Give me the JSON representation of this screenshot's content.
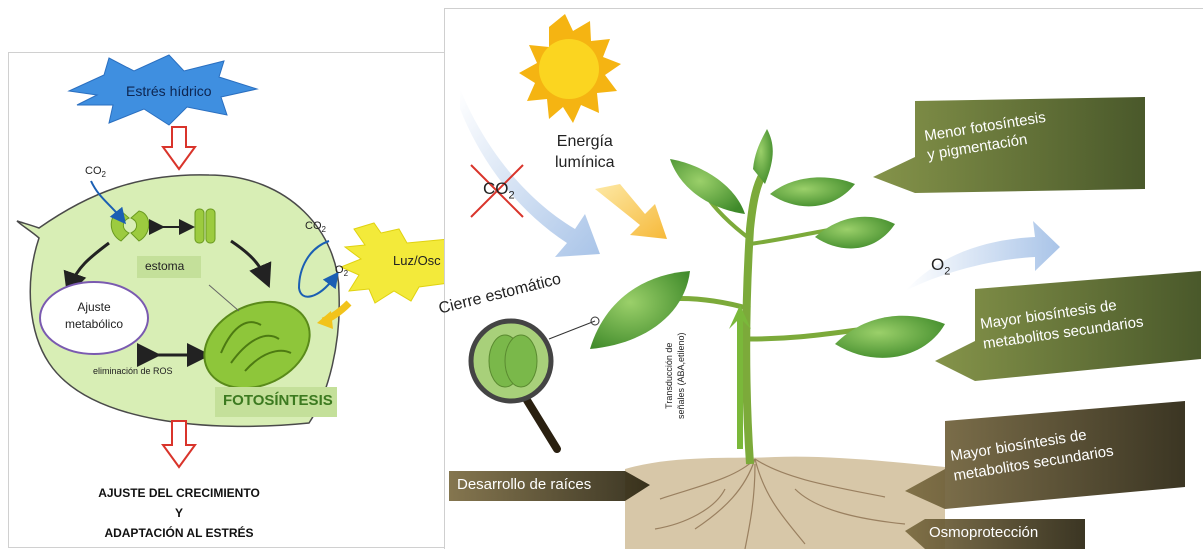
{
  "left": {
    "stress": "Estrés hídrico",
    "co2": "CO",
    "co2_sub": "2",
    "co2_right": "CO",
    "co2_right_sub": "2",
    "o2": "O",
    "o2_sub": "2",
    "estoma": "estoma",
    "ajuste_line1": "Ajuste",
    "ajuste_line2": "metabólico",
    "ros": "eliminación de ROS",
    "fotosintesis": "FOTOSÍNTESIS",
    "light": "Luz/Osc",
    "result_line1": "AJUSTE DEL CRECIMIENTO",
    "result_line2": "Y",
    "result_line3": "ADAPTACIÓN AL ESTRÉS"
  },
  "right": {
    "energia_line1": "Energía",
    "energia_line2": "lumínica",
    "co2": "CO",
    "co2_sub": "2",
    "o2": "O",
    "o2_sub": "2",
    "cierre": "Cierre estomático",
    "transduccion_line1": "Transducción de",
    "transduccion_line2": "señales (ABA,etileno)",
    "box1_line1": "Menor fotosíntesis",
    "box1_line2": "y pigmentación",
    "box2_line1": "Mayor biosíntesis de",
    "box2_line2": "metabolitos secundarios",
    "box3_line1": "Mayor biosíntesis de",
    "box3_line2": "metabolitos secundarios",
    "raices": "Desarrollo de raíces",
    "osmo": "Osmoprotección"
  }
}
